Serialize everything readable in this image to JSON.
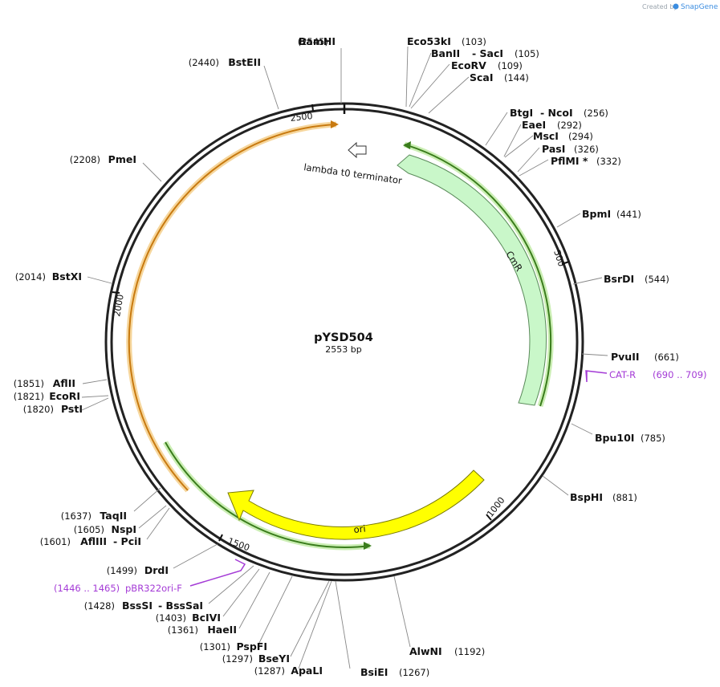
{
  "credit": {
    "prefix": "Created by",
    "brand": "SnapGene"
  },
  "plasmid": {
    "name": "pYSD504",
    "length": "2553 bp"
  },
  "scale_ticks": [
    "500",
    "1000",
    "1500",
    "2000",
    "2500"
  ],
  "features": [
    {
      "name": "CmR",
      "color": "#c9f7c9"
    },
    {
      "name": "ori",
      "color": "#ffff00"
    },
    {
      "name": "lambda t0 terminator",
      "color": "#ffffff"
    }
  ],
  "primers": [
    {
      "name": "CAT-R",
      "range": "(690 .. 709)"
    },
    {
      "name": "pBR322ori-F",
      "range": "(1446 .. 1465)"
    }
  ],
  "sites": [
    {
      "name": "BamHI",
      "pos": "(2545)"
    },
    {
      "name": "BstEII",
      "pos": "(2440)"
    },
    {
      "name": "PmeI",
      "pos": "(2208)"
    },
    {
      "name": "BstXI",
      "pos": "(2014)"
    },
    {
      "name": "AflII",
      "pos": "(1851)"
    },
    {
      "name": "EcoRI",
      "pos": "(1821)"
    },
    {
      "name": "PstI",
      "pos": "(1820)"
    },
    {
      "name": "TaqII",
      "pos": "(1637)"
    },
    {
      "name": "NspI",
      "pos": "(1605)"
    },
    {
      "name": "AflIII",
      "pos": "(1601)"
    },
    {
      "name": "DrdI",
      "pos": "(1499)"
    },
    {
      "name": "BssSI",
      "pos": "(1428)"
    },
    {
      "name": "BcIVI",
      "pos": "(1403)"
    },
    {
      "name": "HaeII",
      "pos": "(1361)"
    },
    {
      "name": "PspFI",
      "pos": "(1301)"
    },
    {
      "name": "BseYI",
      "pos": "(1297)"
    },
    {
      "name": "ApaLI",
      "pos": "(1287)"
    },
    {
      "name": "BsiEI",
      "pos": "(1267)"
    },
    {
      "name": "AlwNI",
      "pos": "(1192)"
    },
    {
      "name": "BspHI",
      "pos": "(881)"
    },
    {
      "name": "Bpu10I",
      "pos": "(785)"
    },
    {
      "name": "PvuII",
      "pos": "(661)"
    },
    {
      "name": "BsrDI",
      "pos": "(544)"
    },
    {
      "name": "BpmI",
      "pos": "(441)"
    },
    {
      "name": "PflMI *",
      "pos": "(332)"
    },
    {
      "name": "PasI",
      "pos": "(326)"
    },
    {
      "name": "MscI",
      "pos": "(294)"
    },
    {
      "name": "EaeI",
      "pos": "(292)"
    },
    {
      "name": "NcoI",
      "pos": "(256)"
    },
    {
      "name": "ScaI",
      "pos": "(144)"
    },
    {
      "name": "EcoRV",
      "pos": "(109)"
    },
    {
      "name": "SacI",
      "pos": "(105)"
    },
    {
      "name": "Eco53kI",
      "pos": "(103)"
    },
    {
      "name": "BanII",
      "pos": "(105)"
    },
    {
      "name": "BtgI",
      "pos": "(256)"
    },
    {
      "name": "PciI",
      "pos": "(1601)"
    },
    {
      "name": "BssSaI",
      "pos": "(1428)"
    }
  ]
}
